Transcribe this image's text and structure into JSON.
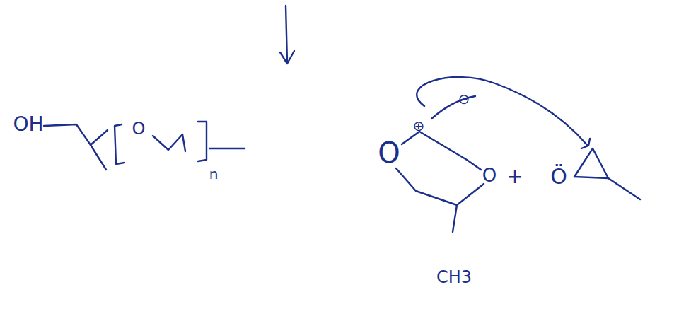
{
  "diagram": {
    "labels": [
      "OH",
      "O",
      "n",
      "O",
      "O",
      "⊕",
      "⊖",
      "CH3",
      "+",
      "Ö"
    ]
  }
}
